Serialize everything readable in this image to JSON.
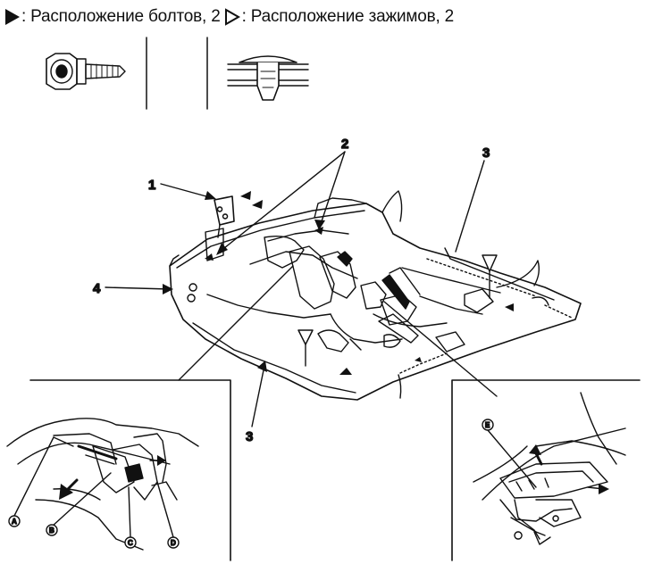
{
  "legend": {
    "bolts_text": ": Расположение болтов, 2",
    "clips_text": ": Расположение зажимов, 2",
    "bolt_marker": "filled-triangle-icon",
    "clip_marker": "open-triangle-icon"
  },
  "callouts": {
    "n1": "1",
    "n2": "2",
    "n3_top": "3",
    "n3_bottom": "3",
    "n4": "4"
  },
  "detail_left": {
    "a": "A",
    "b": "B",
    "c": "C",
    "d": "D"
  },
  "detail_right": {
    "e": "E"
  }
}
